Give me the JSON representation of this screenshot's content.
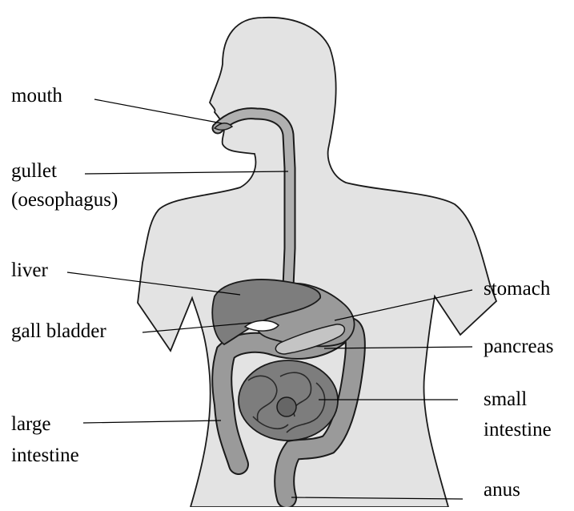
{
  "labels": {
    "mouth": "mouth",
    "gullet": "gullet",
    "oesophagus": "(oesophagus)",
    "liver": "liver",
    "gall_bladder": "gall bladder",
    "large_1": "large",
    "large_2": "intestine",
    "stomach": "stomach",
    "pancreas": "pancreas",
    "small_1": "small",
    "small_2": "intestine",
    "anus": "anus"
  },
  "colors": {
    "body_fill": "#e3e3e3",
    "outline": "#1a1a1a",
    "organ_dark": "#7d7d7d",
    "organ_mid": "#9a9a9a",
    "organ_light": "#c4c4c4",
    "gullet_fill": "#b0b0b0"
  }
}
